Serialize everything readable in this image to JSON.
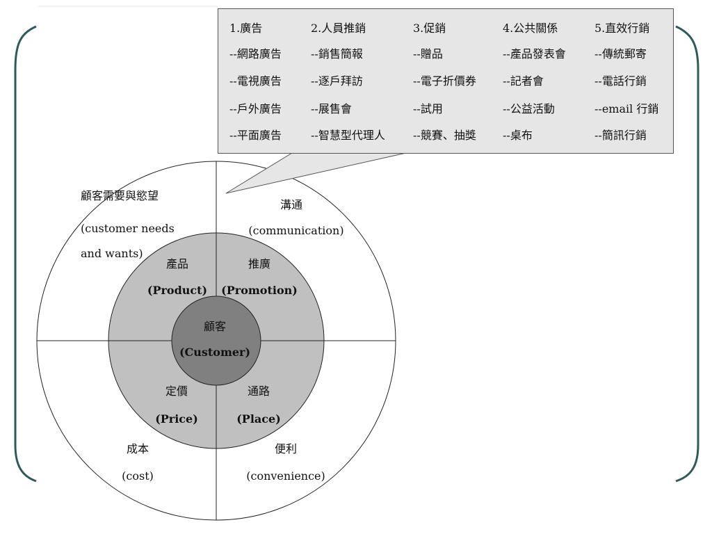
{
  "diagram": {
    "outer_ring": {
      "top_left": {
        "zh": "顧客需要與慾望",
        "en_line1": "(customer needs",
        "en_line2": "and wants)"
      },
      "top_right": {
        "zh": "溝通",
        "en": "(communication)"
      },
      "bottom_left": {
        "zh": "成本",
        "en": "(cost)"
      },
      "bottom_right": {
        "zh": "便利",
        "en": "(convenience)"
      }
    },
    "middle_ring": {
      "top_left": {
        "zh": "產品",
        "en": "(Product)"
      },
      "top_right": {
        "zh": "推廣",
        "en": "(Promotion)"
      },
      "bottom_left": {
        "zh": "定價",
        "en": "(Price)"
      },
      "bottom_right": {
        "zh": "通路",
        "en": "(Place)"
      }
    },
    "center": {
      "zh": "顧客",
      "en": "(Customer)"
    }
  },
  "promotion_tools": {
    "columns": [
      {
        "header": "1.廣告",
        "items": [
          "--網路廣告",
          "--電視廣告",
          "--戶外廣告",
          "--平面廣告"
        ]
      },
      {
        "header": "2.人員推銷",
        "items": [
          "--銷售簡報",
          "--逐戶拜訪",
          "--展售會",
          "--智慧型代理人"
        ]
      },
      {
        "header": "3.促銷",
        "items": [
          "--贈品",
          "--電子折價券",
          "--試用",
          "--競賽、抽獎"
        ]
      },
      {
        "header": "4.公共關係",
        "items": [
          "--產品發表會",
          "--記者會",
          "--公益活動",
          "--桌布"
        ]
      },
      {
        "header": "5.直效行銷",
        "items": [
          "--傳統郵寄",
          "--電話行銷",
          "--email 行銷",
          "--簡訊行銷"
        ]
      }
    ]
  },
  "colors": {
    "frame": "#2f5a5a",
    "middle_ring": "#c0c0c0",
    "center": "#808080",
    "callout_bg": "#e6e6e6"
  }
}
